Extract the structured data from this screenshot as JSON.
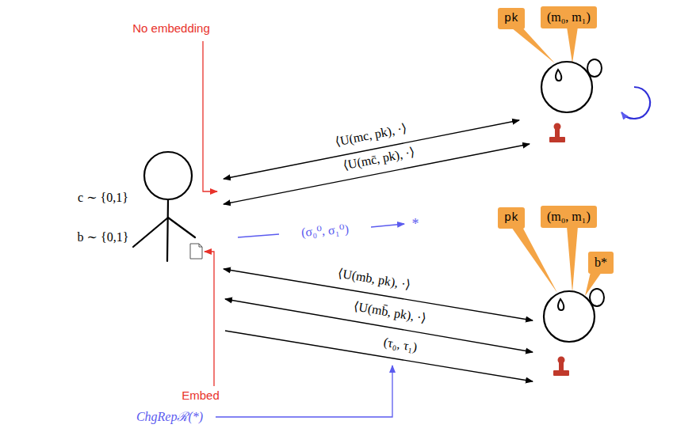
{
  "diagram": {
    "nodes": [
      {
        "text": [
          "pk"
        ]
      },
      {
        "text": [
          "(m₀, m₁)"
        ]
      },
      {
        "text": [
          "pk"
        ]
      },
      {
        "text": [
          "(m₀, m₁)"
        ]
      },
      {
        "text": [
          "b*"
        ]
      }
    ],
    "labels": [
      "No embedding",
      "⟨U(mc, pk), ·⟩",
      "⟨U(mc̄, pk), ·⟩",
      "c ∼ {0,1}",
      "(σ₀⁰, σ₁⁰)",
      "*",
      "b ∼ {0,1}",
      "⟨U(mb, pk), ·⟩",
      "⟨U(mb̄, pk), ·⟩",
      "(τ₀, τ₁)",
      "Embed",
      "ChgRepℛ(*)"
    ]
  }
}
